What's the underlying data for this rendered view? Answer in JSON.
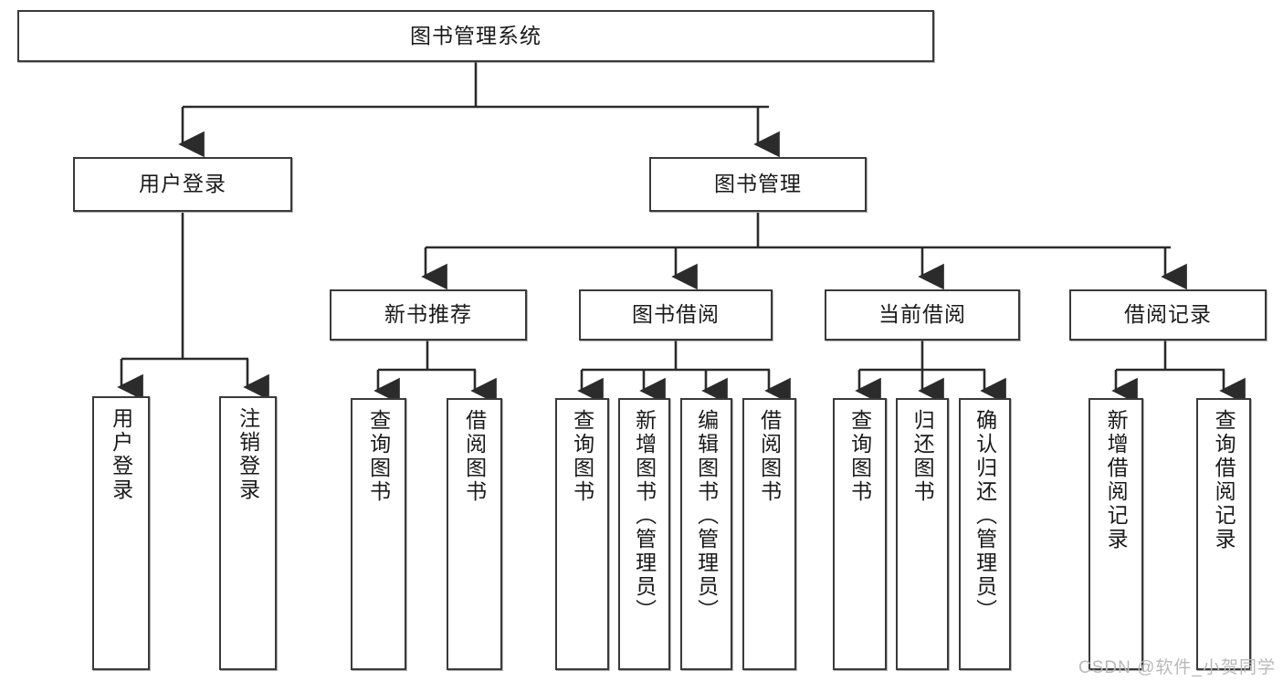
{
  "diagram": {
    "title": "图书管理系统",
    "type": "tree",
    "watermark": "CSDN @软件_小贺同学",
    "colors": {
      "box_border": "#3a3a3a",
      "box_fill": "#ffffff",
      "line": "#2b2b2b",
      "watermark": "#b9b9b9"
    },
    "root": {
      "label": "图书管理系统"
    },
    "level1": [
      {
        "label": "用户登录"
      },
      {
        "label": "图书管理"
      }
    ],
    "level2": [
      {
        "label": "新书推荐"
      },
      {
        "label": "图书借阅"
      },
      {
        "label": "当前借阅"
      },
      {
        "label": "借阅记录"
      }
    ],
    "leaves": {
      "user_login": [
        {
          "label": "用户登录"
        },
        {
          "label": "注销登录"
        }
      ],
      "new_book_recommend": [
        {
          "label": "查询图书"
        },
        {
          "label": "借阅图书"
        }
      ],
      "book_borrow": [
        {
          "label": "查询图书"
        },
        {
          "label": "新增图书（管理员）"
        },
        {
          "label": "编辑图书（管理员）"
        },
        {
          "label": "借阅图书"
        }
      ],
      "current_borrow": [
        {
          "label": "查询图书"
        },
        {
          "label": "归还图书"
        },
        {
          "label": "确认归还（管理员）"
        }
      ],
      "borrow_record": [
        {
          "label": "新增借阅记录"
        },
        {
          "label": "查询借阅记录"
        }
      ]
    }
  }
}
